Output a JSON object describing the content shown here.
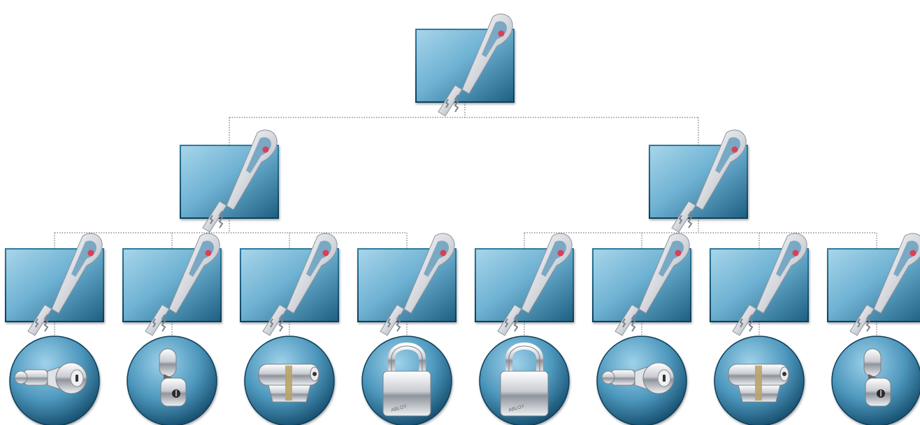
{
  "diagram": {
    "type": "key-hierarchy",
    "levels": [
      {
        "level": "top",
        "node_count": 1,
        "icon": "master-key-icon"
      },
      {
        "level": "middle",
        "node_count": 2,
        "icon": "sub-master-key-icon"
      },
      {
        "level": "bottom",
        "node_count": 8,
        "icon": "change-key-icon"
      }
    ],
    "locks": [
      "cam-cylinder-lock-icon",
      "cam-lock-icon",
      "euro-cylinder-lock-icon",
      "padlock-icon",
      "padlock-icon",
      "cam-cylinder-lock-icon",
      "euro-cylinder-lock-icon",
      "cam-lock-icon"
    ],
    "colors": {
      "box_light": "#8cc7e0",
      "box_dark": "#1d5f82",
      "disc_light": "#6fb3d4",
      "disc_dark": "#134d6c",
      "key_metal": "#e4e6ea",
      "key_accent": "#d8405a",
      "connector": "#555555"
    }
  }
}
